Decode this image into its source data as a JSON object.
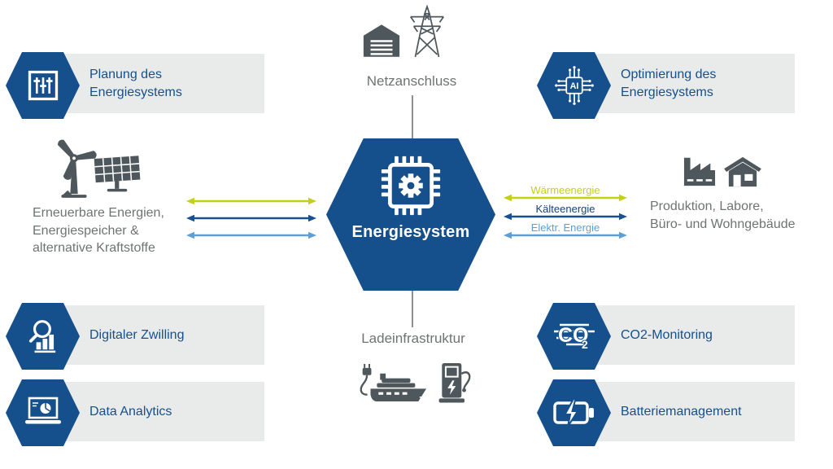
{
  "colors": {
    "brand_blue": "#15508C",
    "card_background": "#E9EBEB",
    "pictogram_gray": "#4E575C",
    "text_gray": "#6E7472",
    "heat_lime": "#C3D016",
    "cold_dark_blue": "#17518F",
    "electric_light_blue": "#5C9FD6"
  },
  "center_node": {
    "label": "Energiesystem",
    "icon": "chip-gear-icon"
  },
  "grid_node": {
    "label": "Netzanschluss",
    "icons": [
      "garage-icon",
      "transmission-tower-icon"
    ]
  },
  "charging_node": {
    "label": "Ladeinfrastruktur",
    "icons": [
      "electric-ship-icon",
      "charging-station-icon"
    ]
  },
  "renewables_node": {
    "line1": "Erneuerbare Energien,",
    "line2": "Energiespeicher &",
    "line3": "alternative Kraftstoffe",
    "icons": [
      "wind-turbine-icon",
      "solar-panel-icon"
    ]
  },
  "buildings_node": {
    "line1": "Produktion, Labore,",
    "line2": "Büro- und Wohngebäude",
    "icons": [
      "factory-icon",
      "house-icon"
    ]
  },
  "energy_flows": {
    "heat": {
      "label": "Wärmeenergie",
      "color": "#C3D016"
    },
    "cold": {
      "label": "Kälteenergie",
      "color": "#17518F"
    },
    "electric": {
      "label": "Elektr. Energie",
      "color": "#5C9FD6"
    }
  },
  "feature_cards": {
    "planning": {
      "line1": "Planung des",
      "line2": "Energiesystems",
      "icon": "sliders-icon"
    },
    "optimization": {
      "line1": "Optimierung des",
      "line2": "Energiesystems",
      "icon": "ai-chip-icon"
    },
    "digital_twin": {
      "label": "Digitaler Zwilling",
      "icon": "magnifier-chart-icon"
    },
    "data_analytics": {
      "label": "Data Analytics",
      "icon": "laptop-analytics-icon"
    },
    "co2_monitoring": {
      "label": "CO2-Monitoring",
      "icon": "co2-icon"
    },
    "battery_management": {
      "label": "Batteriemanagement",
      "icon": "battery-icon"
    }
  },
  "icon_labels": {
    "ai": "AI",
    "co": "CO",
    "co_sub": "2"
  }
}
